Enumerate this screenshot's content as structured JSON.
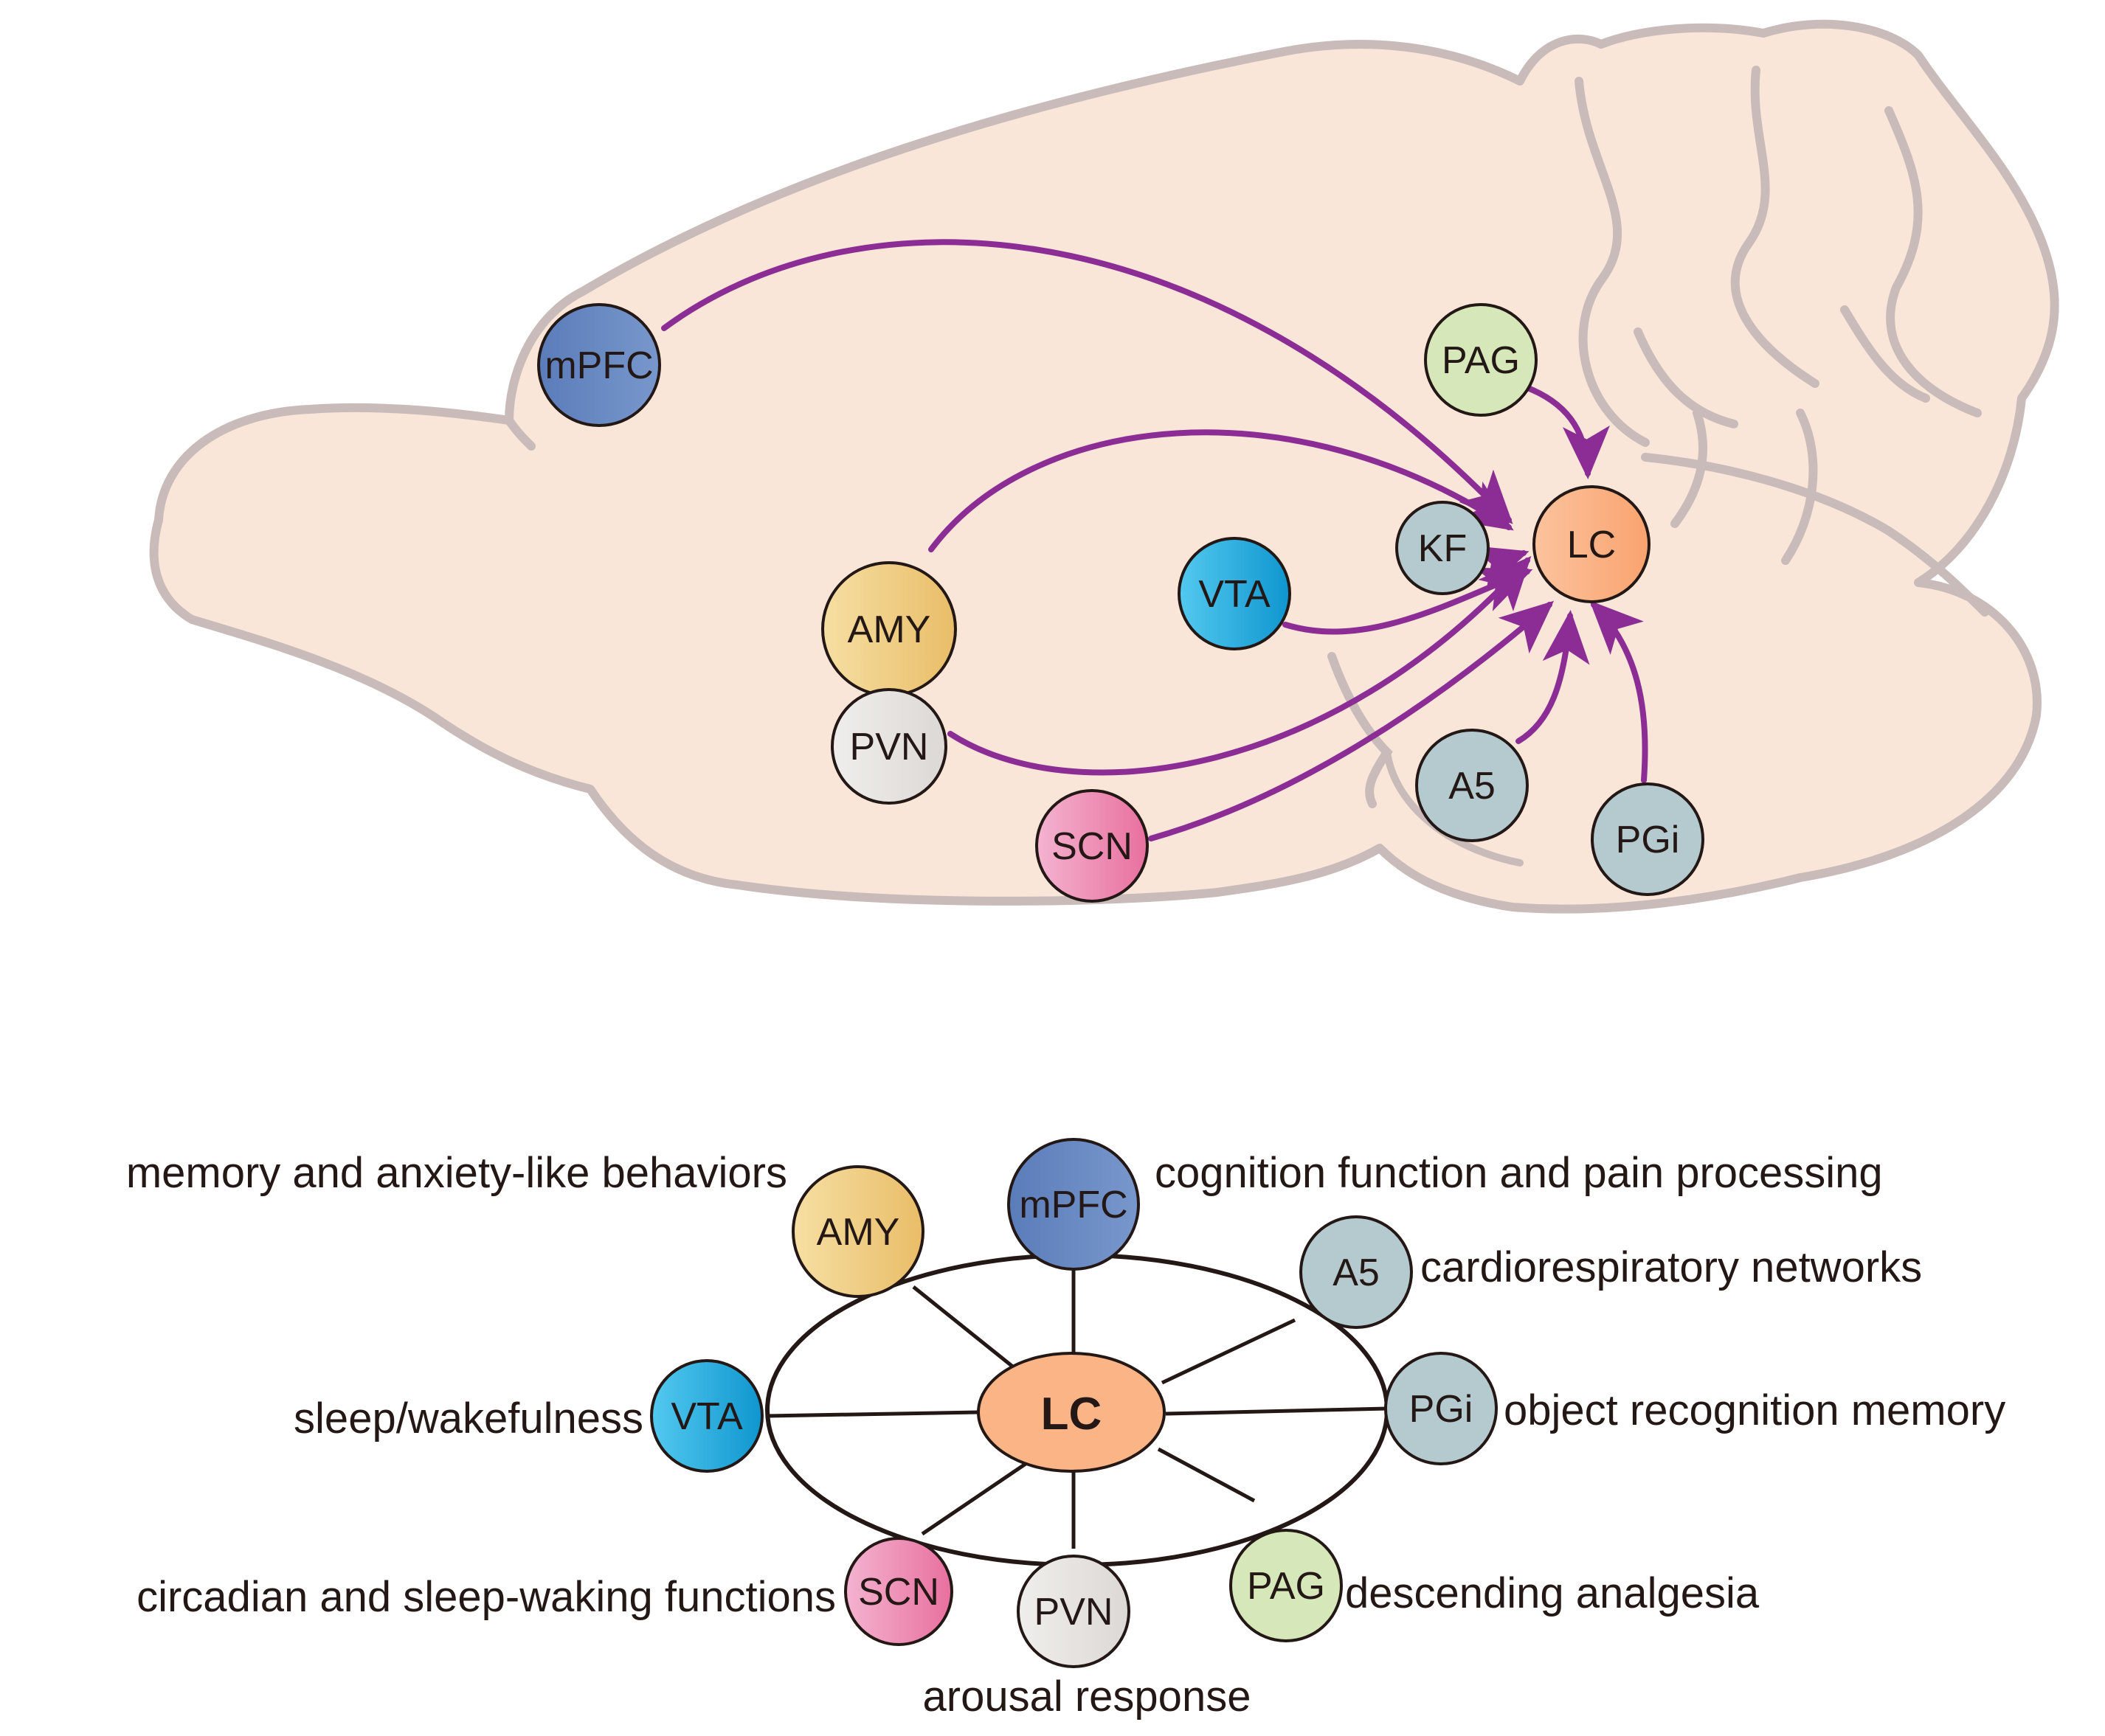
{
  "colors": {
    "brain_fill": "#f9e6d8",
    "brain_outline": "#c8bbb9",
    "arrow": "#8b2d94",
    "spoke": "#231815",
    "mPFC": "#6b8bc3",
    "AMY": "#f0cf86",
    "PVN": "#e6e3e1",
    "SCN": "#ee90b8",
    "VTA": "#2fb6e6",
    "KF": "#b4cace",
    "LC": "#fbb486",
    "PAG": "#d6e7b9",
    "A5": "#b4cace",
    "PGi": "#b4cace"
  },
  "top_nodes": {
    "mPFC": "mPFC",
    "AMY": "AMY",
    "PVN": "PVN",
    "SCN": "SCN",
    "VTA": "VTA",
    "KF": "KF",
    "LC": "LC",
    "PAG": "PAG",
    "A5": "A5",
    "PGi": "PGi"
  },
  "bottom": {
    "center": "LC",
    "nodes": {
      "AMY": "AMY",
      "mPFC": "mPFC",
      "A5": "A5",
      "PGi": "PGi",
      "PAG": "PAG",
      "PVN": "PVN",
      "SCN": "SCN",
      "VTA": "VTA"
    },
    "functions": {
      "AMY": "memory and anxiety-like behaviors",
      "mPFC": "cognition function and pain processing",
      "A5": "cardiorespiratory networks",
      "PGi": "object recognition memory",
      "PAG": "descending analgesia",
      "PVN": "arousal response",
      "SCN": "circadian and sleep-waking functions",
      "VTA": "sleep/wakefulness"
    }
  }
}
